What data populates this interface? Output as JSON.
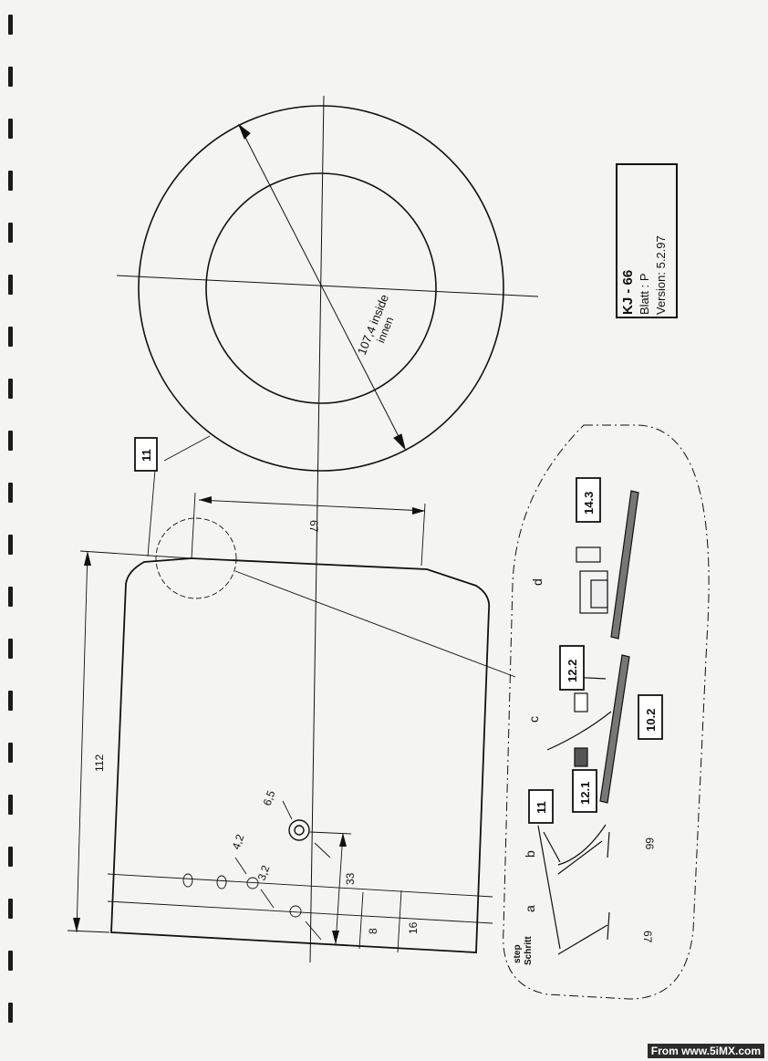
{
  "title_block": {
    "model": "KJ - 66",
    "sheet": "Blatt :  P",
    "version": "Version: 5.2.97"
  },
  "circle": {
    "diameter_label": "107,4 inside",
    "diameter_label_de": "innen"
  },
  "part_labels": {
    "main": "11",
    "detail_11": "11",
    "p14_3": "14.3",
    "p12_2": "12.2",
    "p12_1": "12.1",
    "p10_2": "10.2"
  },
  "dimensions": {
    "d112": "112",
    "d67_top": "67",
    "d33": "33",
    "d8": "8",
    "d16": "16",
    "d6_5": "6,5",
    "d4_2": "4,2",
    "d3_2": "3,2",
    "d66": "66",
    "d67_step": "67"
  },
  "steps": {
    "label_en": "step",
    "label_de": "Schritt",
    "a": "a",
    "b": "b",
    "c": "c",
    "d": "d"
  },
  "footer": "From www.5iMX.com"
}
